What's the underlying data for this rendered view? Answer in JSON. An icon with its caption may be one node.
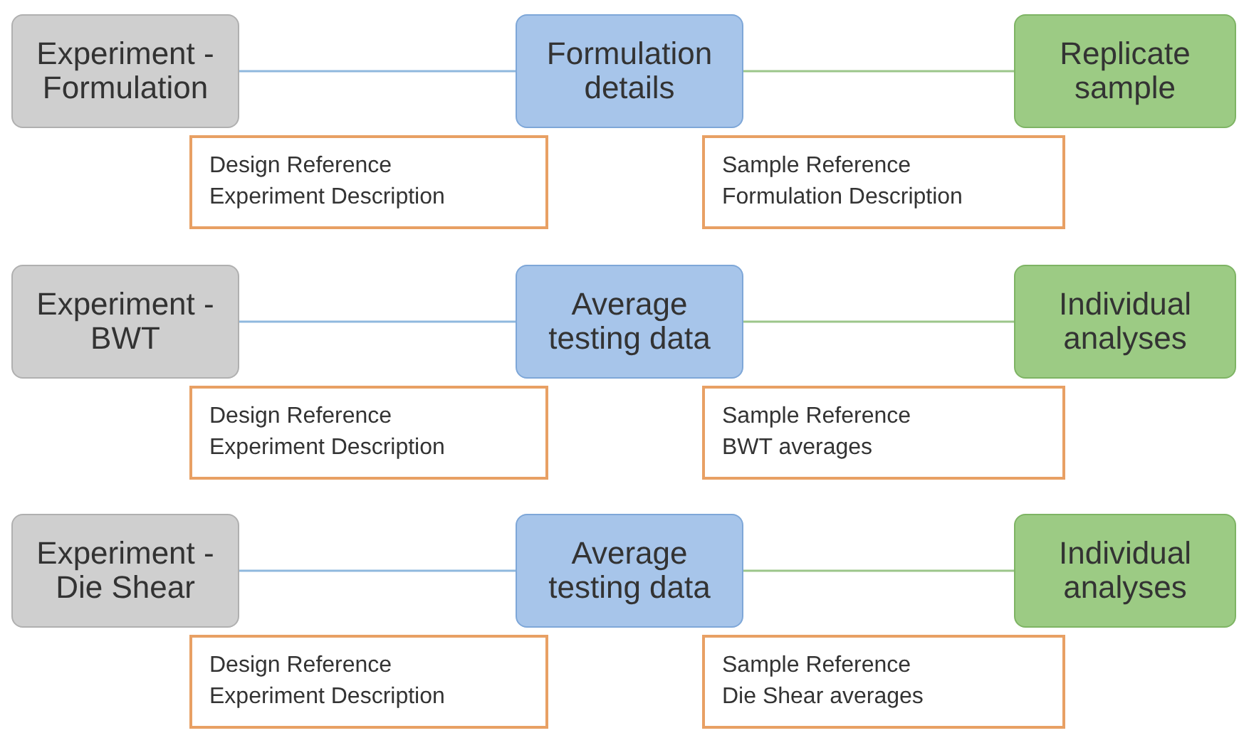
{
  "diagram": {
    "nodes": [
      {
        "text": [
          "Experiment - Formulation"
        ]
      },
      {
        "text": [
          "Formulation details"
        ]
      },
      {
        "text": [
          "Replicate sample"
        ]
      },
      {
        "text": [
          "Design Reference",
          "Experiment Description"
        ]
      },
      {
        "text": [
          "Sample Reference",
          "Formulation Description"
        ]
      },
      {
        "text": [
          "Experiment - BWT"
        ]
      },
      {
        "text": [
          "Average testing data"
        ]
      },
      {
        "text": [
          "Individual analyses"
        ]
      },
      {
        "text": [
          "Design Reference",
          "Experiment Description"
        ]
      },
      {
        "text": [
          "Sample Reference",
          "BWT averages"
        ]
      },
      {
        "text": [
          "Experiment - Die Shear"
        ]
      },
      {
        "text": [
          "Average testing data"
        ]
      },
      {
        "text": [
          "Individual analyses"
        ]
      },
      {
        "text": [
          "Design Reference",
          "Experiment Description"
        ]
      },
      {
        "text": [
          "Sample Reference",
          "Die Shear averages"
        ]
      }
    ],
    "edges": [
      {
        "from": 0,
        "to": 1,
        "arrow": "none",
        "color": "#8fb8de"
      },
      {
        "from": 1,
        "to": 2,
        "arrow": "none",
        "color": "#9cc68a"
      },
      {
        "from": 5,
        "to": 6,
        "arrow": "none",
        "color": "#8fb8de"
      },
      {
        "from": 6,
        "to": 7,
        "arrow": "none",
        "color": "#9cc68a"
      },
      {
        "from": 10,
        "to": 11,
        "arrow": "none",
        "color": "#8fb8de"
      },
      {
        "from": 11,
        "to": 12,
        "arrow": "none",
        "color": "#9cc68a"
      }
    ]
  }
}
